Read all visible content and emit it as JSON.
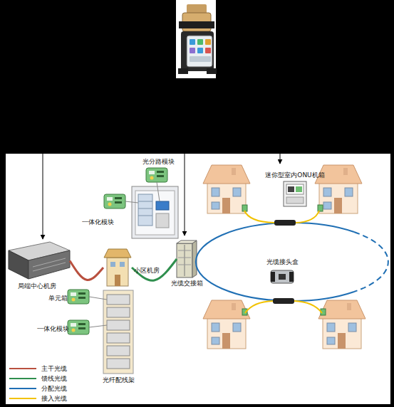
{
  "diagram": {
    "nodes": [
      {
        "text": [
          "光分路模块"
        ]
      },
      {
        "text": [
          "迷你型室内ONU机箱"
        ]
      },
      {
        "text": [
          "局端中心机房"
        ]
      },
      {
        "text": [
          "小区机房"
        ]
      },
      {
        "text": [
          "光缆交接箱"
        ]
      },
      {
        "text": [
          "光缆接头盒"
        ]
      },
      {
        "text": [
          "光纤配线架"
        ]
      }
    ],
    "edges": [
      {
        "from": 2,
        "to": 3,
        "arrow": "none"
      },
      {
        "from": 3,
        "to": 4,
        "arrow": "none"
      }
    ],
    "labels": [
      "一体化模块",
      "单元箱",
      "一体化模块"
    ],
    "legend": [
      {
        "text": "主干光缆"
      },
      {
        "text": "馈线光缆"
      },
      {
        "text": "分配光缆"
      },
      {
        "text": "接入光缆"
      }
    ]
  }
}
